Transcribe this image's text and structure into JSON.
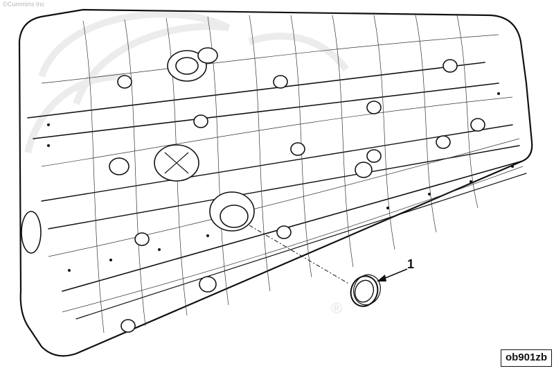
{
  "copyright": "©Cummins Inc",
  "figure_code": "ob901zb",
  "callouts": [
    {
      "number": "1"
    }
  ],
  "watermark": {
    "mark": "®"
  }
}
